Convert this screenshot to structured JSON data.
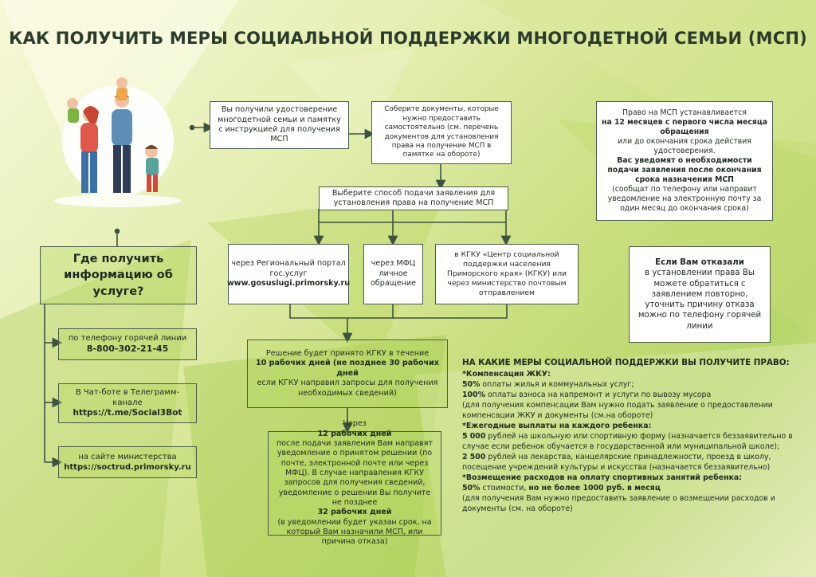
{
  "title": "КАК ПОЛУЧИТЬ МЕРЫ СОЦИАЛЬНОЙ ПОДДЕРЖКИ МНОГОДЕТНОЙ СЕМЬИ (МСП)",
  "step1": "Вы получили удостоверение многодетной семьи и памятку с инструкцией для получения МСП",
  "step2": "Соберите документы, которые нужно предоставить самостоятельно (см. перечень документов для установления права на получение МСП в памятке на обороте)",
  "right_box": {
    "l1": "Право на МСП устанавливается",
    "l2": "на 12 месяцев с первого числа месяца обращения",
    "l3": "или до окончания срока действия удостоверения.",
    "l4": "Вас уведомят о необходимости подачи заявления после окончания срока назначения МСП",
    "l5": "(сообщат по телефону или направит уведомление на электронную почту за один месяц до окончания срока)"
  },
  "choose": "Выберите способ подачи заявления для установления права на получение МСП",
  "method_portal": {
    "l1": "через Региональный портал гос.услуг",
    "l2": "www.gosuslugi.primorsky.ru"
  },
  "method_mfc": "через МФЦ личное обращение",
  "method_kgku": "в КГКУ «Центр социальной поддержки населения Приморского края» (КГКУ) или через министерство почтовым отправлением",
  "refused": {
    "l1": "Если Вам отказали",
    "l2": "в установлении права Вы можете обратиться с заявлением повторно, уточнить причину отказа можно по телефону горячей линии"
  },
  "info_q": "Где получить информацию об услуге?",
  "info_phone": {
    "l1": "по телефону горячей линии",
    "l2": "8-800-302-21-45"
  },
  "info_bot": {
    "l1": "В Чат-боте в Телеграмм-канале",
    "l2": "https://t.me/Social3Bot"
  },
  "info_site": {
    "l1": "на сайте министерства",
    "l2": "https://soctrud.primorsky.ru"
  },
  "decision": {
    "a": "Решение будет принято КГКУ в течение ",
    "b": "10 рабочих дней",
    "c": "(не позднее 30 рабочих дней",
    "d": "если КГКУ направил запросы для получения необходимых сведений)"
  },
  "notify": {
    "a": "Через ",
    "b": "12 рабочих дней",
    "c": " после подачи заявления Вам направят уведомление о принятом решении (по почте, электронной почте или через МФЦ). В случае направления КГКУ запросов для получения сведений, уведомление о решении Вы получите не позднее ",
    "d": "32 рабочих дней",
    "e": " (в уведомлении будет указан срок, на который Вам назначили МСП, или причина отказа)"
  },
  "rights": {
    "heading": "НА КАКИЕ МЕРЫ СОЦИАЛЬНОЙ ПОДДЕРЖКИ ВЫ ПОЛУЧИТЕ ПРАВО:",
    "r1": "*Компенсация ЖКУ:",
    "r2a": "50%",
    "r2b": " оплаты жилья и коммунальных услуг;",
    "r3a": "100%",
    "r3b": " оплаты взноса на капремонт и услуги по вывозу мусора",
    "r4": "(для получения компенсации Вам нужно подать заявление о предоставлении компенсации ЖКУ и документы (см.на обороте)",
    "r5": "*Ежегодные выплаты на каждого ребенка:",
    "r6a": "5 000",
    "r6b": " рублей на школьную или спортивную форму (назначается беззаявительно в случае если ребенок обучается в государственной или муниципальной школе);",
    "r7a": "2 500",
    "r7b": " рублей на лекарства, канцелярские принадлежности, проезд в школу, посещение учреждений культуры и искусства (назначается беззаявительно)",
    "r8": "*Возмещение расходов на оплату спортивных занятий ребенка:",
    "r9a": "50%",
    "r9b": " стоимости, ",
    "r9c": "но не более 1000 руб. в месяц",
    "r10": "(для получения Вам нужно предоставить заявление о возмещении расходов и документы (см. на обороте)"
  },
  "colors": {
    "border": "#4a5a4b",
    "accent": "#cf7b3a",
    "line": "#3f5140"
  }
}
